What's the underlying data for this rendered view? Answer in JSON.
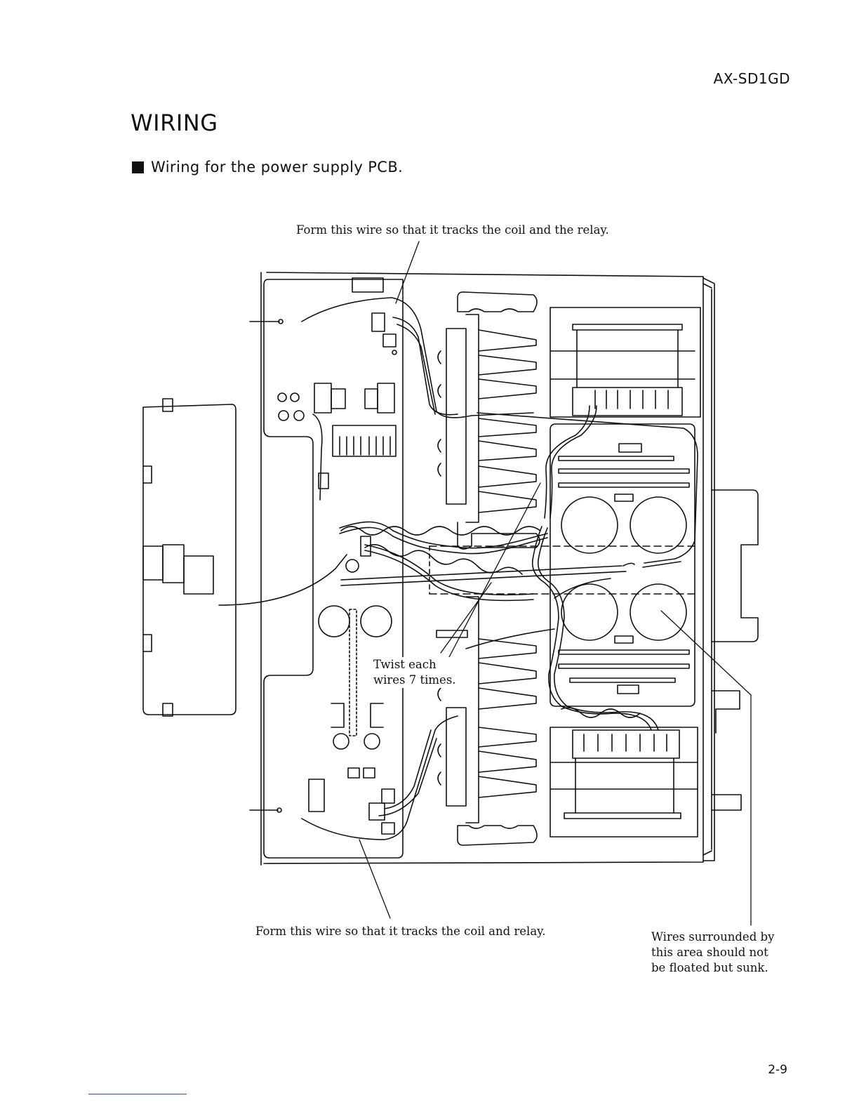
{
  "header": {
    "model": "AX-SD1GD"
  },
  "page": {
    "title": "WIRING",
    "number": "2-9"
  },
  "section": {
    "title": "Wiring for the power supply PCB."
  },
  "annotations": {
    "top": "Form this wire so that it tracks  the coil and the relay.",
    "bottom": "Form this wire so that it tracks  the coil and relay.",
    "right": "Wires surrounded by\nthis area should not\nbe floated but sunk.",
    "twist": "Twist each\nwires  7 times."
  },
  "colors": {
    "ink": "#111111",
    "paper": "#ffffff",
    "rule": "#3355aa"
  }
}
